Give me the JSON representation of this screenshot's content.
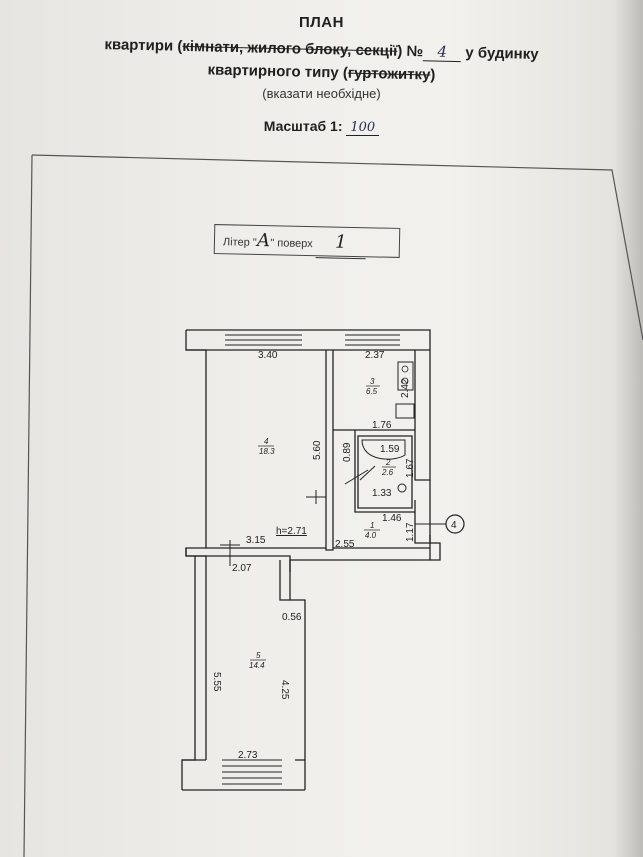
{
  "header": {
    "title": "ПЛАН",
    "line1_prefix": "квартири (",
    "line1_struck": "кімнати, жилого блоку, секції",
    "line1_mid": ") №",
    "apartment_number": "4",
    "line1_suffix": "у будинку",
    "line2_prefix": "квартирного типу (",
    "line2_struck": "гуртожитку",
    "line2_suffix": ")",
    "note": "(вказати необхідне)",
    "scale_label": "Масштаб 1:",
    "scale_value": "100"
  },
  "litera": {
    "litera_label": "Літер",
    "litera_value": "А",
    "floor_label": "поверх",
    "floor_value": "1"
  },
  "plan": {
    "dims": {
      "top_left_width": "3.40",
      "top_right_width": "2.37",
      "kitchen_side": "2.42",
      "room4_depth": "5.60",
      "bath_opening": "0.89",
      "bath_wall": "1.76",
      "bath_width": "1.59",
      "bath_height": "1.67",
      "wc_width": "1.33",
      "hall_width": "1.46",
      "hall_side": "1.17",
      "room4_bottom": "3.15",
      "ceiling_height": "h=2.71",
      "hall_bottom": "2.55",
      "corridor_width": "2.07",
      "niche_width": "0.56",
      "room5_left": "5.55",
      "room5_right": "4.25",
      "room5_bottom": "2.73"
    },
    "rooms": [
      {
        "number": "4",
        "area": "18.3"
      },
      {
        "number": "3",
        "area": "6.5"
      },
      {
        "number": "2",
        "area": "2.6"
      },
      {
        "number": "1",
        "area": "4.0"
      },
      {
        "number": "5",
        "area": "14.4"
      }
    ],
    "axis_marker": "4"
  }
}
